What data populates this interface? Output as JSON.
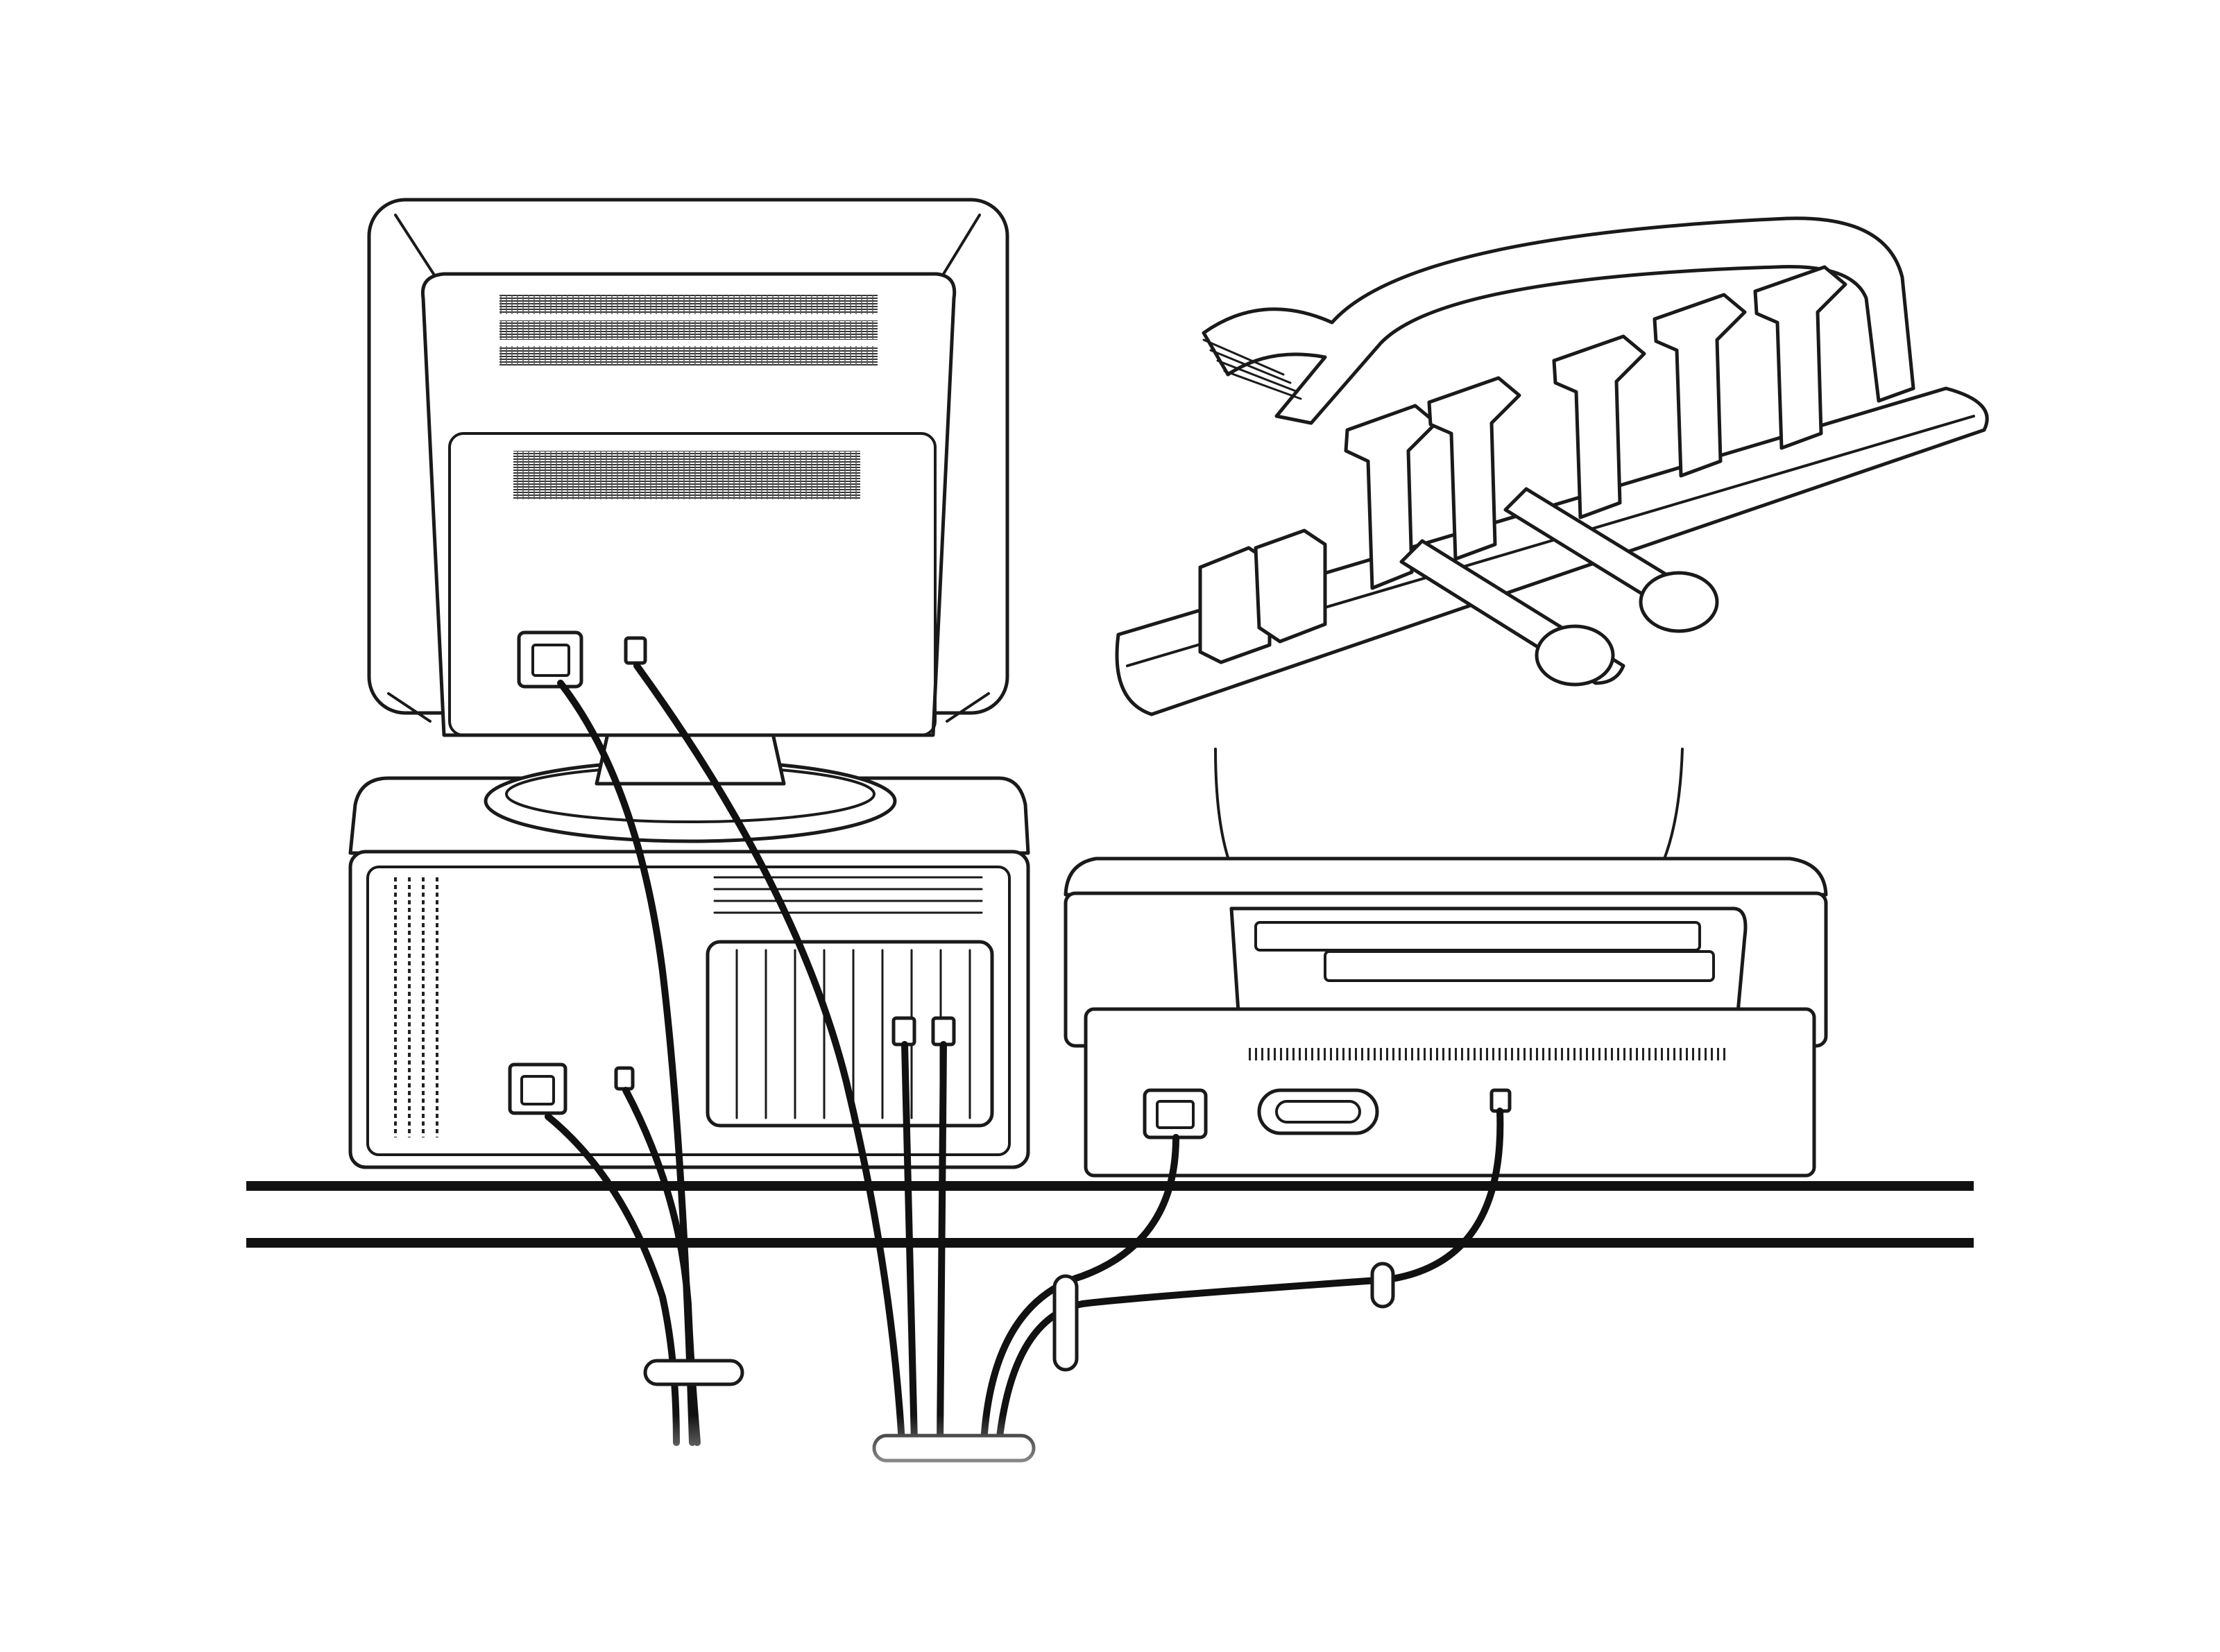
{
  "figure": {
    "colors": {
      "line": "#1a1a1a",
      "cable": "#111111",
      "background": "#ffffff"
    },
    "components": [
      {
        "id": "monitor",
        "icon": "crt-monitor-rear-icon"
      },
      {
        "id": "computer",
        "icon": "desktop-computer-rear-icon"
      },
      {
        "id": "printer",
        "icon": "printer-rear-icon"
      },
      {
        "id": "desk",
        "icon": "desk-edge-icon"
      },
      {
        "id": "cable-organizer",
        "icon": "cable-organizer-clip-strip-icon"
      },
      {
        "id": "cable-ties",
        "icon": "cable-tie-icon"
      }
    ]
  }
}
